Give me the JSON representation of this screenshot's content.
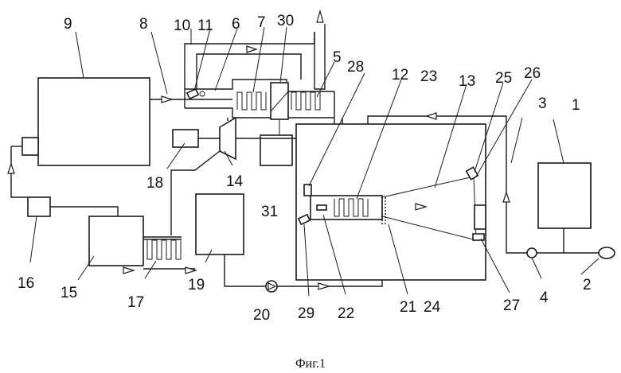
{
  "labels": {
    "l1": "1",
    "l2": "2",
    "l3": "3",
    "l4": "4",
    "l5": "5",
    "l6": "6",
    "l7": "7",
    "l8": "8",
    "l9": "9",
    "l10": "10",
    "l11": "11",
    "l12": "12",
    "l13": "13",
    "l14": "14",
    "l15": "15",
    "l16": "16",
    "l17": "17",
    "l18": "18",
    "l19": "19",
    "l20": "20",
    "l21": "21",
    "l22": "22",
    "l23": "23",
    "l24": "24",
    "l25": "25",
    "l26": "26",
    "l27": "27",
    "l28": "28",
    "l29": "29",
    "l30": "30",
    "l31": "31"
  },
  "caption": "Фиг.1"
}
